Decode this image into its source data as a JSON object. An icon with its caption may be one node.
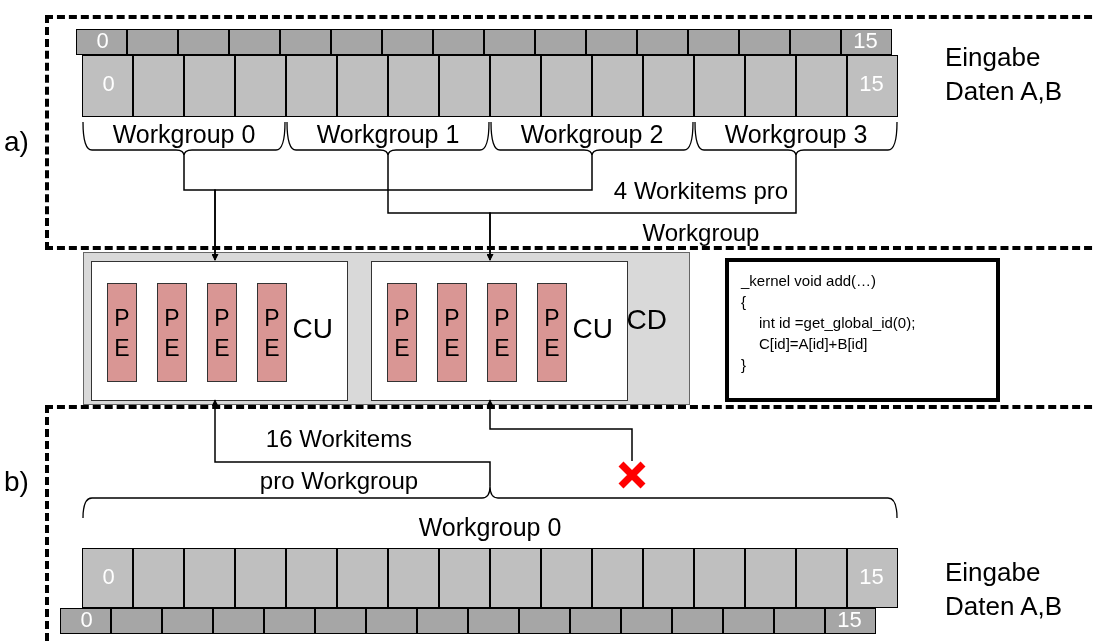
{
  "diagram": {
    "nodes": [
      {
        "text": [
          "a)"
        ]
      },
      {
        "text": [
          "0",
          "15"
        ],
        "in": 0
      },
      {
        "text": [
          "0",
          "15"
        ],
        "in": 0
      },
      {
        "text": [
          "Workgroup 0"
        ],
        "in": 0
      },
      {
        "text": [
          "Workgroup 1"
        ],
        "in": 0
      },
      {
        "text": [
          "Workgroup 2"
        ],
        "in": 0
      },
      {
        "text": [
          "Workgroup 3"
        ],
        "in": 0
      },
      {
        "text": [
          "CD"
        ]
      },
      {
        "text": [
          "CU"
        ],
        "in": 7
      },
      {
        "text": [
          "P E"
        ],
        "in": 8
      },
      {
        "text": [
          "P E"
        ],
        "in": 8
      },
      {
        "text": [
          "P E"
        ],
        "in": 8
      },
      {
        "text": [
          "P E"
        ],
        "in": 8
      },
      {
        "text": [
          "CU"
        ],
        "in": 7
      },
      {
        "text": [
          "P E"
        ],
        "in": 13
      },
      {
        "text": [
          "P E"
        ],
        "in": 13
      },
      {
        "text": [
          "P E"
        ],
        "in": 13
      },
      {
        "text": [
          "P E"
        ],
        "in": 13
      },
      {
        "text": [
          "_kernel void add(…)",
          "{",
          "int id =get_global_id(0);",
          "C[id]=A[id]+B[id]",
          "}"
        ]
      },
      {
        "text": [
          "b)"
        ]
      },
      {
        "text": [
          "Workgroup 0"
        ],
        "in": 19
      },
      {
        "text": [
          "0",
          "15"
        ],
        "in": 19
      },
      {
        "text": [
          "0",
          "15"
        ],
        "in": 19
      },
      {
        "text": [],
        "shape": "cross",
        "in": 19
      }
    ],
    "edges": [
      {
        "from": 3,
        "to": 8,
        "arrow": "to"
      },
      {
        "from": 5,
        "to": 8,
        "arrow": "to"
      },
      {
        "from": 4,
        "to": 13,
        "arrow": "to"
      },
      {
        "from": 6,
        "to": 13,
        "arrow": "to"
      },
      {
        "from": 20,
        "to": 8,
        "arrow": "to"
      },
      {
        "from": 23,
        "to": 13,
        "arrow": "to"
      }
    ],
    "labels": [
      "Eingabe Daten A,B",
      "4 Workitems pro Workgroup",
      "16 Workitems pro Workgroup",
      "Eingabe Daten A,B"
    ]
  }
}
